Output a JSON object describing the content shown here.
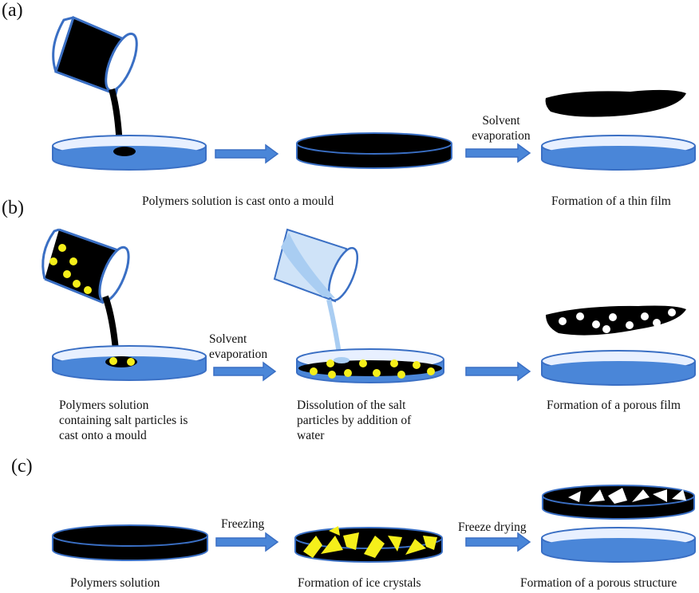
{
  "panels": {
    "a": "(a)",
    "b": "(b)",
    "c": "(c)"
  },
  "row_a": {
    "arrow2_label_line1": "Solvent",
    "arrow2_label_line2": "evaporation",
    "caption_left": "Polymers solution is cast onto a mould",
    "caption_right": "Formation of a thin film"
  },
  "row_b": {
    "arrow1_label_line1": "Solvent",
    "arrow1_label_line2": "evaporation",
    "caption_left_line1": "Polymers solution",
    "caption_left_line2": "containing salt particles  is",
    "caption_left_line3": "cast onto a mould",
    "caption_mid_line1": "Dissolution of the salt",
    "caption_mid_line2": "particles by addition of",
    "caption_mid_line3": "water",
    "caption_right": "Formation of a porous film"
  },
  "row_c": {
    "arrow1_label": "Freezing",
    "arrow2_label": "Freeze drying",
    "caption_left": "Polymers solution",
    "caption_mid": "Formation of ice crystals",
    "caption_right": "Formation of a porous structure"
  },
  "colors": {
    "dish_blue": "#4a86d8",
    "dish_blue_light": "#e6efff",
    "dish_rim": "#3a6fc4",
    "arrow": "#4a86d8",
    "polymer": "#000000",
    "salt": "#f5ef1a",
    "water": "#a9cdf2",
    "ice": "#f5ef1a"
  }
}
